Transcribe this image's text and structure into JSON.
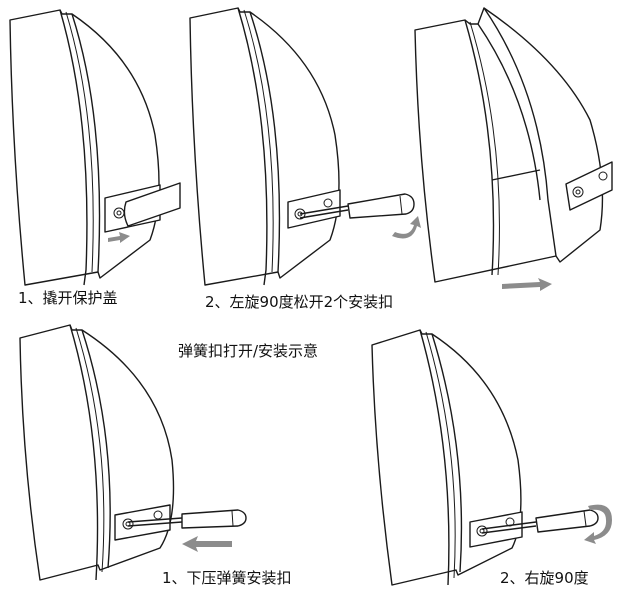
{
  "colors": {
    "line": "#1a1a1a",
    "arrow": "#8c8c8c",
    "background": "#ffffff"
  },
  "captions": {
    "step1_open_cover": "1、撬开保护盖",
    "step2_rotate_left": "2、左旋90度松开2个安装扣",
    "title": "弹簧扣打开/安装示意",
    "step1_press_spring": "1、下压弹簧安装扣",
    "step2_rotate_right": "2、右旋90度"
  },
  "icons": [
    "speaker-cabinet-icon",
    "screwdriver-icon",
    "arrow-icon",
    "rotate-arrow-icon"
  ]
}
